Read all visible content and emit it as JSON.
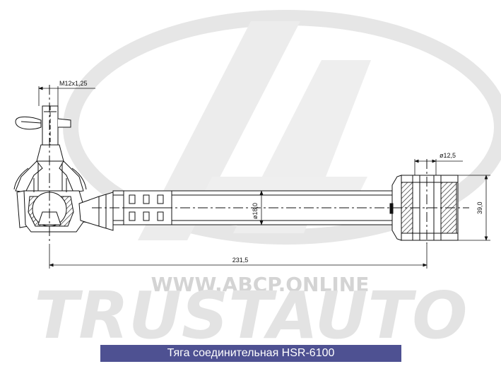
{
  "watermark": {
    "url": "WWW.ABCP.ONLINE",
    "brand": "TRUSTAUTO"
  },
  "dimensions": {
    "thread": "M12x1,25",
    "bush_bore": "ø12,5",
    "rod_diameter": "ø18,0",
    "bush_height": "39,0",
    "overall_length": "231,5"
  },
  "caption": "Тяга соединительная HSR-6100",
  "colors": {
    "caption_bg": "#4e5192",
    "caption_text": "#ffffff",
    "line": "#111111",
    "watermark": "#dddddd"
  }
}
